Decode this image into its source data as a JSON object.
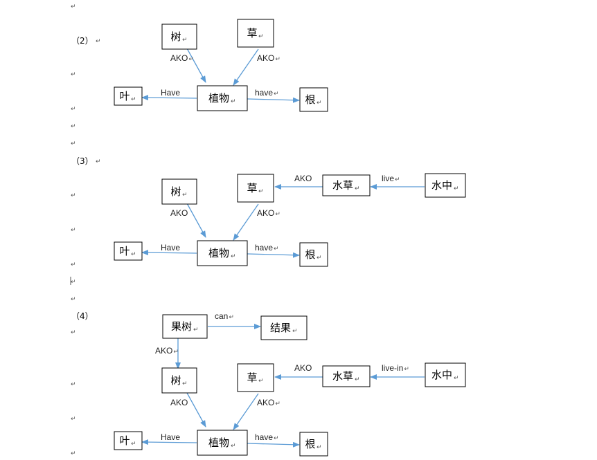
{
  "para_mark": "↵",
  "section_labels": [
    "（2）",
    "（3）",
    "（4）"
  ],
  "diagrams": [
    {
      "nodes": [
        {
          "id": "n_shu",
          "label": "树"
        },
        {
          "id": "n_cao",
          "label": "草"
        },
        {
          "id": "n_zhiwu",
          "label": "植物"
        },
        {
          "id": "n_ye",
          "label": "叶"
        },
        {
          "id": "n_gen",
          "label": "根"
        }
      ],
      "edges": [
        {
          "from": "n_shu",
          "to": "n_zhiwu",
          "label": "AKO",
          "mark": true
        },
        {
          "from": "n_cao",
          "to": "n_zhiwu",
          "label": "AKO",
          "mark": true
        },
        {
          "from": "n_zhiwu",
          "to": "n_ye",
          "label": "Have",
          "mark": false
        },
        {
          "from": "n_zhiwu",
          "to": "n_gen",
          "label": "have",
          "mark": true
        }
      ]
    },
    {
      "nodes": [
        {
          "id": "n_shu",
          "label": "树"
        },
        {
          "id": "n_cao",
          "label": "草"
        },
        {
          "id": "n_shuicao",
          "label": "水草"
        },
        {
          "id": "n_shuizhong",
          "label": "水中"
        },
        {
          "id": "n_zhiwu",
          "label": "植物"
        },
        {
          "id": "n_ye",
          "label": "叶"
        },
        {
          "id": "n_gen",
          "label": "根"
        }
      ],
      "edges": [
        {
          "from": "n_shuicao",
          "to": "n_cao",
          "label": "AKO",
          "mark": false
        },
        {
          "from": "n_shuizhong",
          "to": "n_shuicao",
          "label": "live",
          "mark": true
        },
        {
          "from": "n_shu",
          "to": "n_zhiwu",
          "label": "AKO",
          "mark": false
        },
        {
          "from": "n_cao",
          "to": "n_zhiwu",
          "label": "AKO",
          "mark": true
        },
        {
          "from": "n_zhiwu",
          "to": "n_ye",
          "label": "Have",
          "mark": false
        },
        {
          "from": "n_zhiwu",
          "to": "n_gen",
          "label": "have",
          "mark": true
        }
      ]
    },
    {
      "nodes": [
        {
          "id": "n_guoshu",
          "label": "果树"
        },
        {
          "id": "n_jieguo",
          "label": "结果"
        },
        {
          "id": "n_shu",
          "label": "树"
        },
        {
          "id": "n_cao",
          "label": "草"
        },
        {
          "id": "n_shuicao",
          "label": "水草"
        },
        {
          "id": "n_shuizhong",
          "label": "水中"
        },
        {
          "id": "n_zhiwu",
          "label": "植物"
        },
        {
          "id": "n_ye",
          "label": "叶"
        },
        {
          "id": "n_gen",
          "label": "根"
        }
      ],
      "edges": [
        {
          "from": "n_guoshu",
          "to": "n_jieguo",
          "label": "can",
          "mark": true
        },
        {
          "from": "n_guoshu",
          "to": "n_shu",
          "label": "AKO",
          "mark": true
        },
        {
          "from": "n_shuicao",
          "to": "n_cao",
          "label": "AKO",
          "mark": false
        },
        {
          "from": "n_shuizhong",
          "to": "n_shuicao",
          "label": "live-in",
          "mark": true
        },
        {
          "from": "n_shu",
          "to": "n_zhiwu",
          "label": "AKO",
          "mark": false
        },
        {
          "from": "n_cao",
          "to": "n_zhiwu",
          "label": "AKO",
          "mark": true
        },
        {
          "from": "n_zhiwu",
          "to": "n_ye",
          "label": "Have",
          "mark": false
        },
        {
          "from": "n_zhiwu",
          "to": "n_gen",
          "label": "have",
          "mark": true
        }
      ]
    }
  ]
}
